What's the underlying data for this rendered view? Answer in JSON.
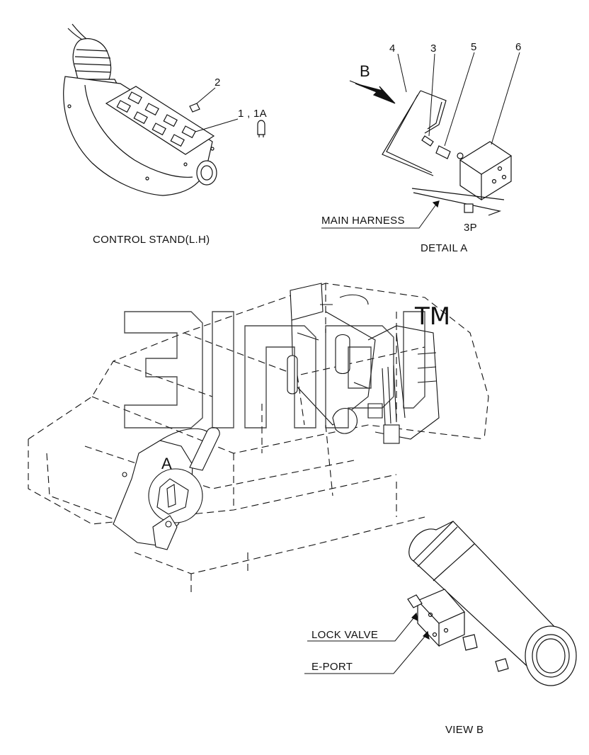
{
  "control_stand": {
    "title": "CONTROL STAND(L.H)",
    "callouts": [
      "2",
      "1 , 1A"
    ]
  },
  "detail_a": {
    "title": "DETAIL  A",
    "arrow_label": "B",
    "callouts": [
      "4",
      "3",
      "5",
      "6"
    ],
    "harness_label": "MAIN HARNESS",
    "connector_label": "3P"
  },
  "main_view": {
    "detail_marker": "A",
    "watermark_mark": "TM"
  },
  "view_b": {
    "title": "VIEW  B",
    "labels": [
      "LOCK VALVE",
      "E-PORT"
    ]
  },
  "colors": {
    "ink": "#111111",
    "background": "#ffffff",
    "watermark_outline": "#2a2a2a"
  }
}
